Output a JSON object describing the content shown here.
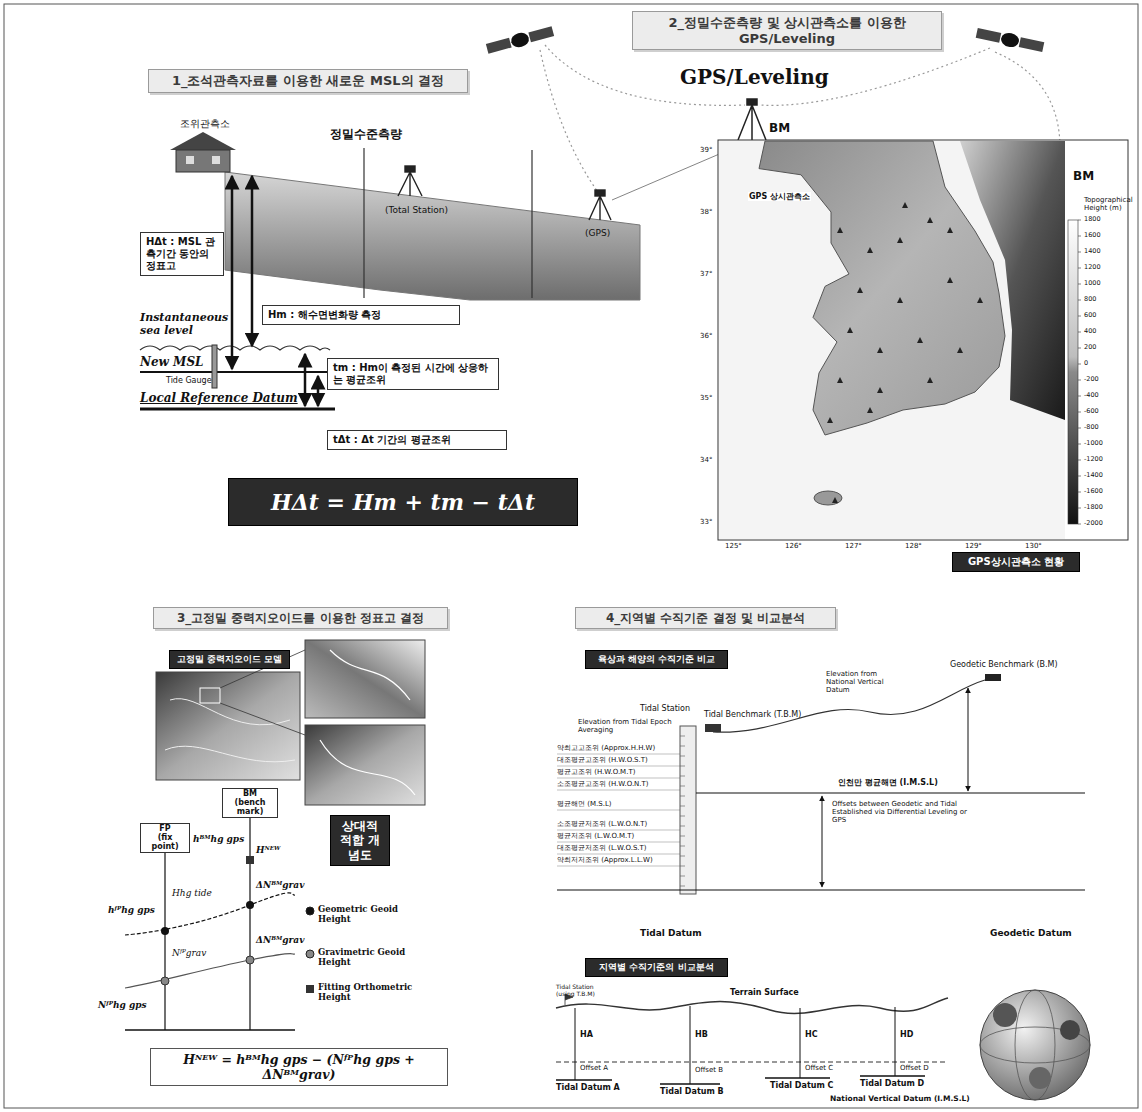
{
  "diagram": {
    "nodes": [
      {
        "text": [
          "2_정밀수준측량 및 상시관측소를 이용한 GPS/Leveling"
        ]
      },
      {
        "text": [
          "1_조석관측자료를 이용한 새로운 MSL의 결정"
        ]
      },
      {
        "text": [
          "HΔt : MSL 관측기간 동안의 정표고"
        ]
      },
      {
        "text": [
          "Hm : 해수면변화량 측정"
        ]
      },
      {
        "text": [
          "tm : Hm이 측정된 시간에 상응하는 평균조위"
        ]
      },
      {
        "text": [
          "tΔt : Δt 기간의 평균조위"
        ]
      },
      {
        "text": [
          "HΔt = Hm + tm − tΔt"
        ]
      },
      {
        "text": [
          "GPS상시관측소 현황"
        ]
      },
      {
        "text": [
          "3_고정밀 중력지오이드를 이용한 정표고 결정"
        ]
      },
      {
        "text": [
          "4_지역별 수직기준 결정 및 비교분석"
        ]
      },
      {
        "text": [
          "고정밀 중력지오이드 모델"
        ]
      },
      {
        "text": [
          "육상과 해양의 수직기준 비교"
        ]
      },
      {
        "text": [
          "BM",
          "(bench mark)"
        ]
      },
      {
        "text": [
          "FP",
          "(fix point)"
        ]
      },
      {
        "text": [
          "상대적 적합 개념도"
        ]
      },
      {
        "text": [
          "지역별 수직기준의 비교분석"
        ]
      },
      {
        "text": [
          "Hᴺᴱᵂ = hᴮᴹhg gps − (Nᶠᴾhg gps + ΔNᴮᴹgrav)"
        ]
      }
    ],
    "labels": [
      "GPS/Leveling",
      "BM",
      "BM",
      "조위관측소",
      "정밀수준측량",
      "(Total Station)",
      "(GPS)",
      "GPS 상시관측소",
      "Instantaneous sea level",
      "New MSL",
      "Tide Gauge",
      "Local Reference Datum",
      "Topographical Height (m)",
      "1800",
      "1600",
      "1400",
      "1200",
      "1000",
      "800",
      "600",
      "400",
      "200",
      "0",
      "-200",
      "-400",
      "-600",
      "-800",
      "-1000",
      "-1200",
      "-1400",
      "-1600",
      "-1800",
      "-2000",
      "39°",
      "38°",
      "37°",
      "36°",
      "35°",
      "34°",
      "33°",
      "125°",
      "126°",
      "127°",
      "128°",
      "129°",
      "130°",
      "hᶠᴾhg gps",
      "Hhg tide",
      "Nᶠᴾhg gps",
      "Nᶠᴾgrav",
      "hᴮᴹhg gps",
      "Hᴺᴱᵂ",
      "ΔNᴮᴹgrav",
      "ΔNᴮᴹgrav",
      "Geodetic Benchmark (B.M)",
      "Elevation from National Vertical Datum",
      "Tidal Station",
      "Tidal Benchmark (T.B.M)",
      "Elevation from Tidal Epoch Averaging",
      "약최고고조위 (Approx.H.H.W)",
      "대조평균고조위 (H.W.O.S.T)",
      "평균고조위 (H.W.O.M.T)",
      "소조평균고조위 (H.W.O.N.T)",
      "평균해면 (M.S.L)",
      "소조평균저조위 (L.W.O.N.T)",
      "평균저조위 (L.W.O.M.T)",
      "대조평균저조위 (L.W.O.S.T)",
      "약최저저조위 (Approx.L.L.W)",
      "인천만 평균해면 (I.M.S.L)",
      "Offsets between Geodetic and Tidal Established via Differential Leveling or GPS",
      "Tidal Datum",
      "Geodetic Datum",
      "Tidal Station (using T.B.M)",
      "Terrain Surface",
      "HA",
      "HB",
      "HC",
      "HD",
      "Offset A",
      "Offset B",
      "Offset C",
      "Offset D",
      "Tidal Datum A",
      "Tidal Datum B",
      "Tidal Datum C",
      "Tidal Datum D",
      "National Vertical Datum (I.M.S.L)"
    ],
    "legend": [
      {
        "text": "Geometric Geoid Height"
      },
      {
        "text": "Gravimetric Geoid Height"
      },
      {
        "text": "Fitting Orthometric Height"
      }
    ]
  }
}
